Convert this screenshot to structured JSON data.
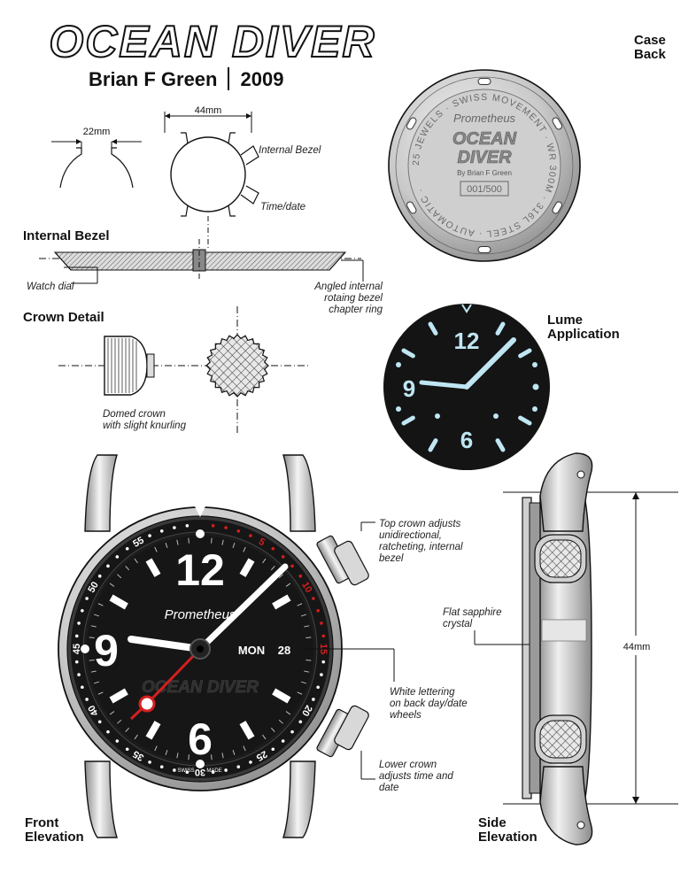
{
  "title": "OCEAN DIVER",
  "author": "Brian F Green",
  "year": "2009",
  "dimensions": {
    "lug_width": "22mm",
    "case_width": "44mm",
    "side_height": "44mm"
  },
  "sections": {
    "internal_bezel": "Internal Bezel",
    "crown_detail": "Crown Detail",
    "case_back": "Case\nBack",
    "lume_application": "Lume\nApplication",
    "front_elevation": "Front\nElevation",
    "side_elevation": "Side\nElevation"
  },
  "annotations": {
    "internal_bezel_crown": "Internal Bezel",
    "time_date_crown": "Time/date",
    "watch_dial": "Watch dial",
    "angled_bezel": "Angled internal\nrotaing bezel\nchapter ring",
    "domed_crown": "Domed crown\nwith slight knurling",
    "top_crown": "Top crown adjusts\nunidirectional,\nratcheting, internal\nbezel",
    "flat_sapphire": "Flat sapphire\ncrystal",
    "white_lettering": "White lettering\non back day/date\nwheels",
    "lower_crown": "Lower crown\nadjusts time and\ndate"
  },
  "case_back": {
    "brand": "Prometheus",
    "model_line1": "OCEAN",
    "model_line2": "DIVER",
    "by": "By Brian F Green",
    "serial": "001/500",
    "ring_text": "25 JEWELS · SWISS MOVEMENT · WR 300M · 316L STEEL · AUTOMATIC ·"
  },
  "dial": {
    "brand": "Prometheus",
    "name": "OCEAN DIVER",
    "day": "MON",
    "date": "28",
    "swiss_left": "SWISS",
    "swiss_right": "MADE",
    "numerals": {
      "twelve": "12",
      "six": "6",
      "nine": "9"
    },
    "bezel_numbers": [
      "5",
      "10",
      "15",
      "20",
      "25",
      "30",
      "35",
      "40",
      "45",
      "50",
      "55"
    ]
  },
  "colors": {
    "dial": "#141414",
    "lume": "#bfe6f2",
    "accent_red": "#d41f1f",
    "steel": "#c8c8c8"
  }
}
